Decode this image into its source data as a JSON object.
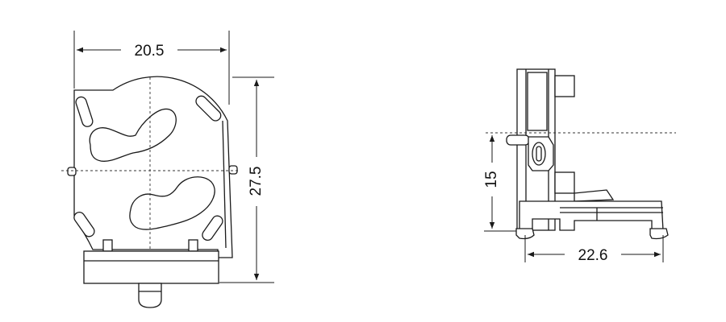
{
  "dimensions": {
    "front_width": "20.5",
    "front_height": "27.5",
    "side_height": "15",
    "side_depth": "22.6"
  }
}
